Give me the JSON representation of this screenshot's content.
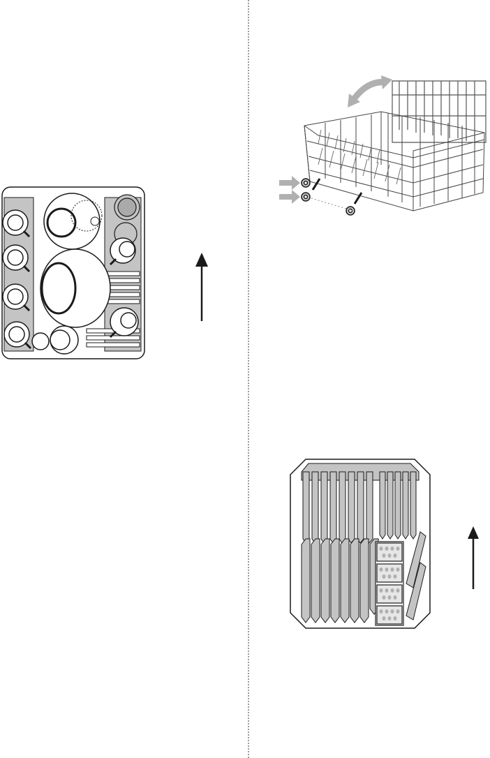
{
  "page": {
    "background": "#ffffff",
    "divider_color": "#9a9a9a"
  },
  "colors": {
    "stroke": "#1a1a1a",
    "fill_gray": "#c4c4c4",
    "fill_light": "#e6e6e6",
    "arrow_gray": "#b0b0b0",
    "white": "#ffffff"
  },
  "figures": [
    {
      "id": "upper-basket-loading",
      "icon": "upper-basket-cups-plates-icon"
    },
    {
      "id": "upper-basket-height-adjust",
      "icon": "wire-rack-adjust-icon"
    },
    {
      "id": "lower-basket-loading",
      "icon": "lower-basket-plates-cutlery-icon"
    }
  ],
  "arrows": [
    {
      "id": "loading-direction-arrow-upper",
      "direction": "up"
    },
    {
      "id": "loading-direction-arrow-lower",
      "direction": "up"
    }
  ]
}
